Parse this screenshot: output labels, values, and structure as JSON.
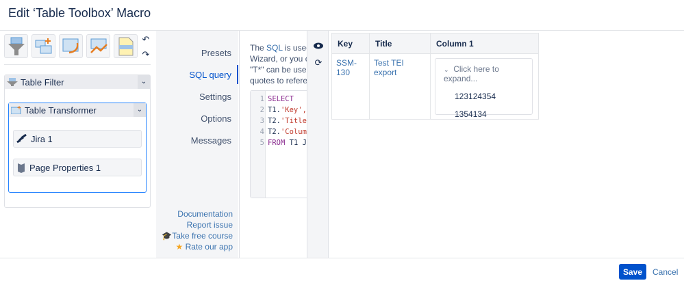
{
  "header": {
    "title": "Edit ‘Table Toolbox’ Macro"
  },
  "toolbar": {
    "tools": [
      "table-filter-icon",
      "table-transformer-icon",
      "table-spreadsheet-icon",
      "chart-icon",
      "excerpt-icon"
    ],
    "undo": "undo-icon",
    "redo": "redo-icon"
  },
  "tree": {
    "filter": {
      "label": "Table Filter"
    },
    "transformer": {
      "label": "Table Transformer",
      "sources": [
        {
          "label": "Jira 1",
          "icon": "jira-icon"
        },
        {
          "label": "Page Properties 1",
          "icon": "page-properties-icon"
        }
      ]
    }
  },
  "nav": {
    "items": [
      {
        "label": "Presets"
      },
      {
        "label": "SQL query",
        "active": true
      },
      {
        "label": "Settings"
      },
      {
        "label": "Options"
      },
      {
        "label": "Messages"
      }
    ],
    "links": {
      "documentation": "Documentation",
      "report": "Report issue",
      "course": "Take free course",
      "rate": "Rate our app"
    }
  },
  "sql": {
    "desc": {
      "pre": "The ",
      "link": "SQL",
      "post": " is used t",
      "line2": "Wizard, or you ca",
      "line3": "\"T*\" can be used",
      "line4": "quotes to referen"
    },
    "lines": [
      {
        "n": "1",
        "kw": "SELECT",
        "rest": "",
        "str": ""
      },
      {
        "n": "2",
        "kw": "",
        "rest": "T1.",
        "str": "'Key',"
      },
      {
        "n": "3",
        "kw": "",
        "rest": "T2.",
        "str": "'Title"
      },
      {
        "n": "4",
        "kw": "",
        "rest": "T2.",
        "str": "'Colum"
      },
      {
        "n": "5",
        "kw": "FROM",
        "rest": " T1 J",
        "str": ""
      }
    ]
  },
  "preview": {
    "columns": [
      "Key",
      "Title",
      "Column 1"
    ],
    "row": {
      "key": "SSM-130",
      "title": "Test TEI export",
      "expand": "Click here to expand...",
      "values": [
        "123124354",
        "1354134"
      ]
    }
  },
  "footer": {
    "save": "Save",
    "cancel": "Cancel"
  },
  "colors": {
    "primary": "#0052cc",
    "link": "#3b73af",
    "panel": "#f4f5f7"
  }
}
